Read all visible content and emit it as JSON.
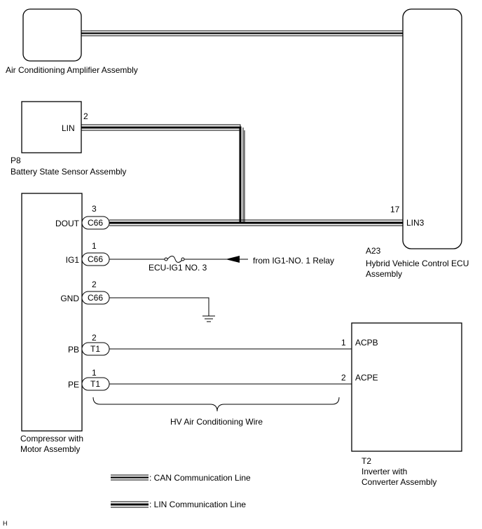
{
  "components": {
    "ac_amplifier": {
      "name": "Air Conditioning Amplifier Assembly"
    },
    "battery_sensor": {
      "code": "P8",
      "name": "Battery State Sensor Assembly",
      "pin_label": "LIN",
      "pin_no": "2"
    },
    "hv_ecu": {
      "code": "A23",
      "name_line1": "Hybrid Vehicle Control ECU",
      "name_line2": "Assembly",
      "pin_label": "LIN3",
      "pin_no": "17"
    },
    "compressor": {
      "name_line1": "Compressor with",
      "name_line2": "Motor Assembly",
      "pins": [
        {
          "label": "DOUT",
          "no": "3",
          "connector": "C66"
        },
        {
          "label": "IG1",
          "no": "1",
          "connector": "C66"
        },
        {
          "label": "GND",
          "no": "2",
          "connector": "C66"
        },
        {
          "label": "PB",
          "no": "2",
          "connector": "T1"
        },
        {
          "label": "PE",
          "no": "1",
          "connector": "T1"
        }
      ]
    },
    "inverter": {
      "code": "T2",
      "name_line1": "Inverter with",
      "name_line2": "Converter Assembly",
      "pins": [
        {
          "label": "ACPB",
          "no": "1"
        },
        {
          "label": "ACPE",
          "no": "2"
        }
      ]
    }
  },
  "fuse_label": "ECU-IG1 NO. 3",
  "relay_label": "from IG1-NO. 1 Relay",
  "wire_label": "HV Air Conditioning Wire",
  "legend": {
    "can": ": CAN Communication Line",
    "lin": ": LIN Communication Line"
  },
  "footer_mark": "H"
}
